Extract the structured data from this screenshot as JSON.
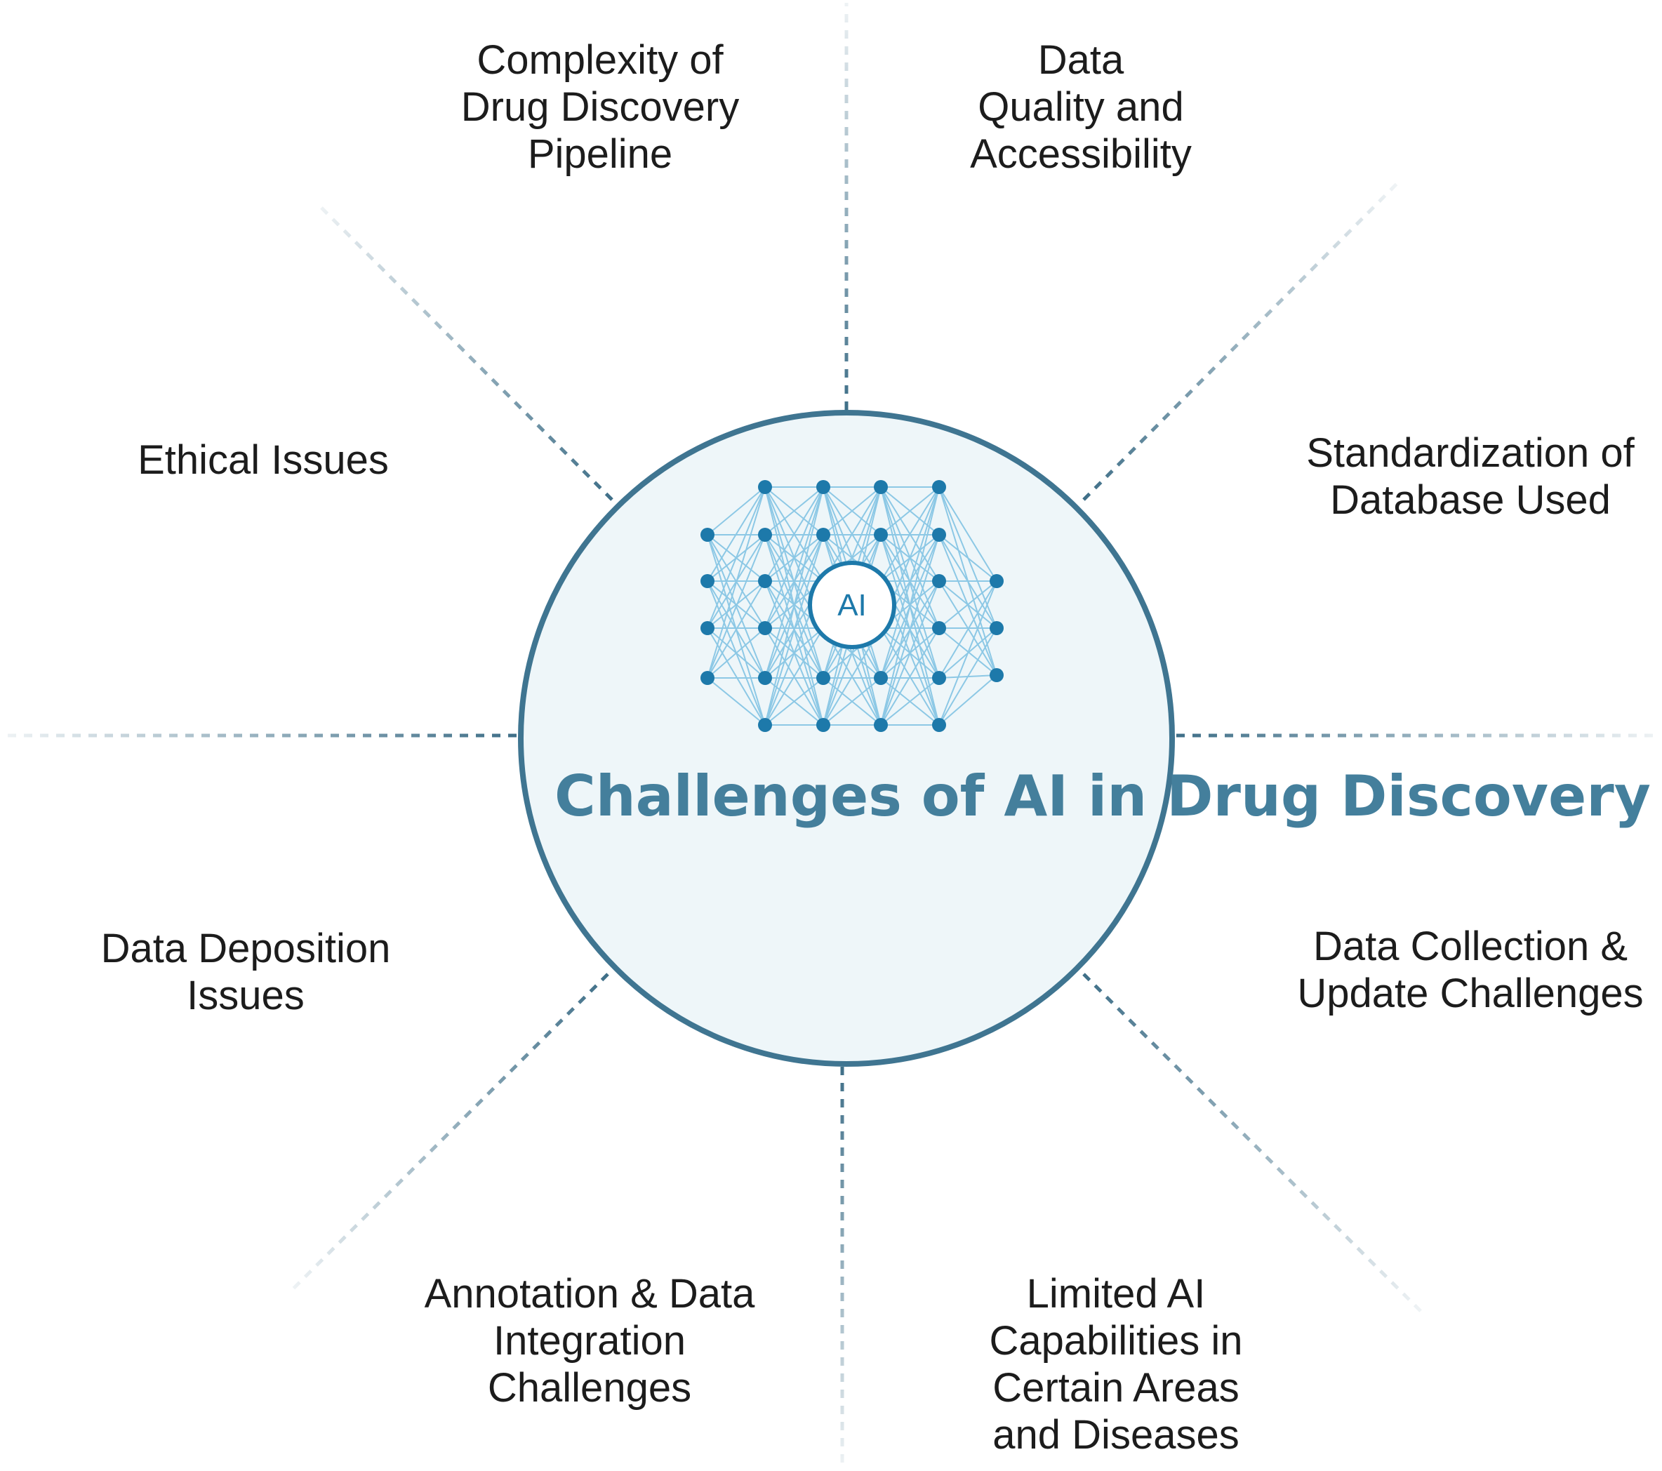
{
  "center": {
    "title_lines": [
      "Challenges of AI",
      "in Drug Discovery"
    ],
    "badge": "AI"
  },
  "challenges": [
    {
      "id": "complexity-pipeline",
      "lines": [
        "Complexity of",
        "Drug Discovery",
        "Pipeline"
      ]
    },
    {
      "id": "data-quality",
      "lines": [
        "Data",
        "Quality and",
        "Accessibility"
      ]
    },
    {
      "id": "standardization",
      "lines": [
        "Standardization of",
        "Database Used"
      ]
    },
    {
      "id": "data-collection",
      "lines": [
        "Data Collection &",
        "Update Challenges"
      ]
    },
    {
      "id": "limited-ai",
      "lines": [
        "Limited AI",
        "Capabilities in",
        "Certain Areas",
        "and Diseases"
      ]
    },
    {
      "id": "annotation",
      "lines": [
        "Annotation & Data",
        "Integration",
        "Challenges"
      ]
    },
    {
      "id": "data-deposition",
      "lines": [
        "Data Deposition",
        "Issues"
      ]
    },
    {
      "id": "ethical",
      "lines": [
        "Ethical Issues"
      ]
    }
  ],
  "colors": {
    "circle_stroke": "#3f7591",
    "circle_fill": "#eef6f9",
    "title": "#447f9c",
    "network_node": "#1d79aa",
    "network_edge": "#7cc0e2",
    "divider": "#5d8aa0"
  }
}
